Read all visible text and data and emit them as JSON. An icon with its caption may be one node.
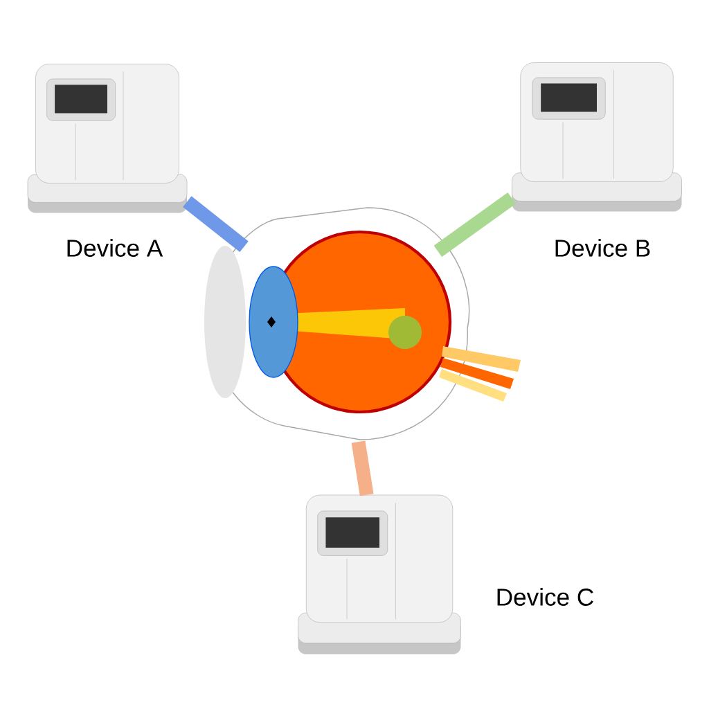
{
  "diagram": {
    "nodes": [
      {
        "text": [
          "Device A"
        ]
      },
      {
        "text": [
          "Device B"
        ]
      },
      {
        "text": [],
        "shape": "picture"
      },
      {
        "text": [
          "Device C"
        ]
      }
    ],
    "edges": [
      {
        "from": 0,
        "to": 2,
        "arrow": "none",
        "color": "#6f98e8"
      },
      {
        "from": 1,
        "to": 2,
        "arrow": "none",
        "color": "#a9d890"
      },
      {
        "from": 3,
        "to": 2,
        "arrow": "none",
        "color": "#f5b08a"
      }
    ]
  }
}
